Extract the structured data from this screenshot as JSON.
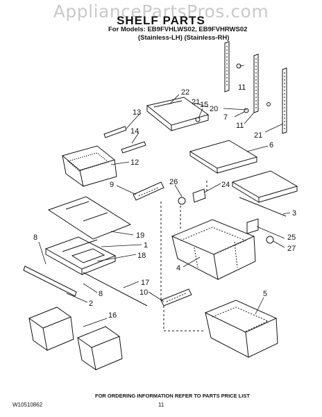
{
  "header": {
    "watermark": "AppliancePartsPros.com",
    "title": "SHELF PARTS",
    "models": "For Models: EB9FVHLWS02, EB9FVHRWS02",
    "variants": "(Stainless-LH)   (Stainless-RH)"
  },
  "callouts": [
    "22",
    "21",
    "15",
    "11",
    "20",
    "7",
    "11",
    "21",
    "13",
    "14",
    "12",
    "6",
    "9",
    "26",
    "24",
    "3",
    "19",
    "1",
    "8",
    "18",
    "25",
    "27",
    "4",
    "8",
    "2",
    "17",
    "10",
    "5",
    "16"
  ],
  "footer": {
    "ordering_note": "FOR ORDERING INFORMATION REFER TO PARTS PRICE LIST",
    "doc_number": "W10510862",
    "page_number": "11"
  },
  "colors": {
    "line": "#111111",
    "watermark": "#c9c9c9"
  }
}
